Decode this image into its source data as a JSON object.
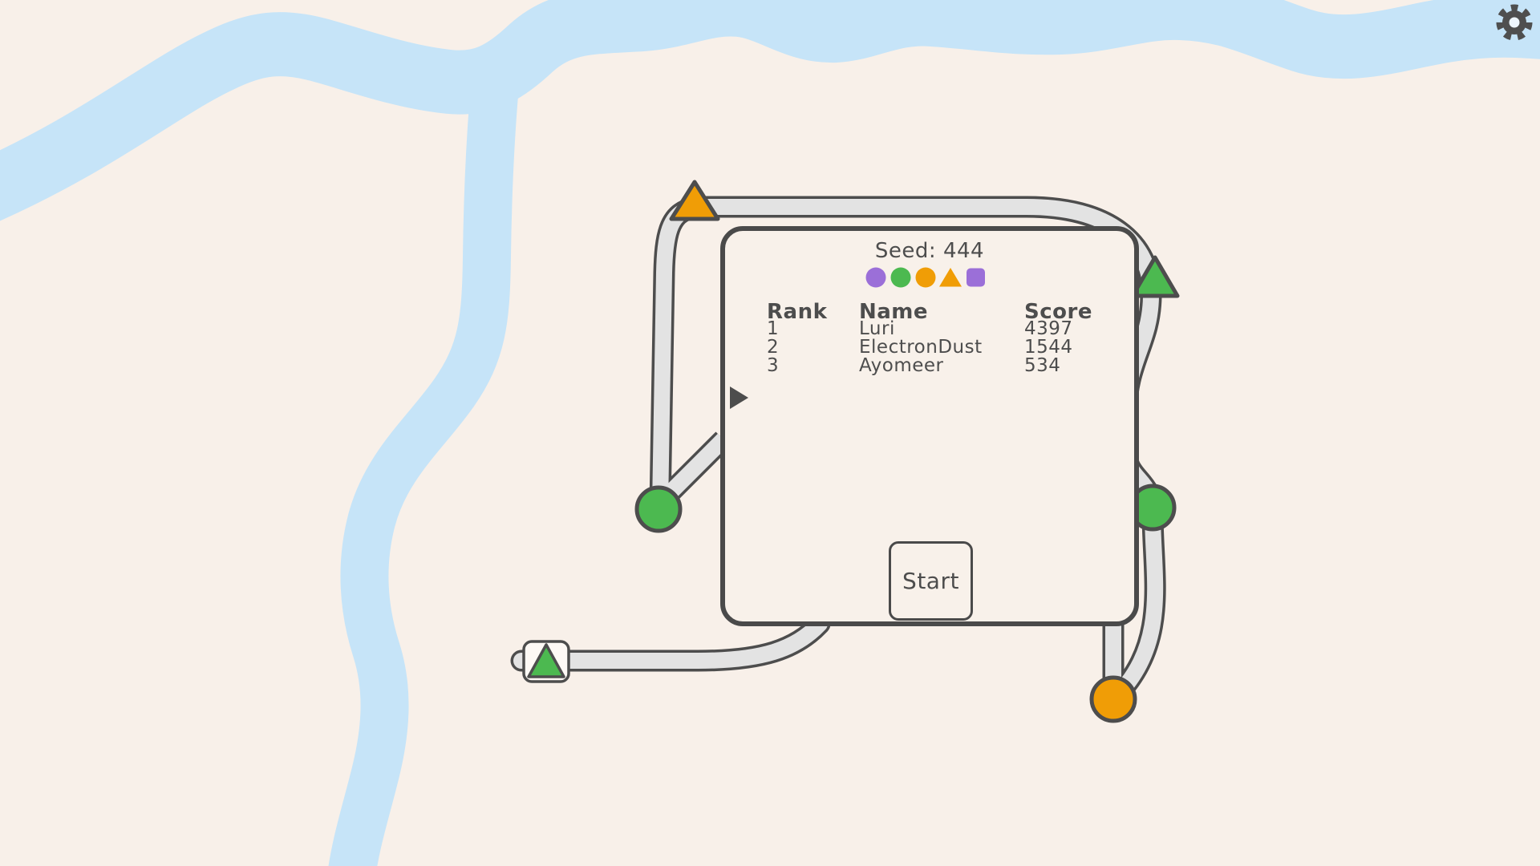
{
  "colors": {
    "background": "#f8f0e9",
    "river": "#c6e4f8",
    "road_fill": "#e3e3e3",
    "road_border": "#4d4d4d",
    "ink": "#4d4d4d",
    "green": "#4cb950",
    "orange": "#f09d06",
    "purple": "#9b6fd8",
    "house_fill": "#fdf9f5"
  },
  "dialog": {
    "seed_label": "Seed: 444",
    "shape_sequence": [
      "purple-circle",
      "green-circle",
      "orange-circle",
      "orange-triangle",
      "purple-square"
    ],
    "leaderboard": {
      "rank_header": "Rank",
      "name_header": "Name",
      "score_header": "Score",
      "rows": [
        {
          "rank": "1",
          "name": "Luri",
          "score": "4397"
        },
        {
          "rank": "2",
          "name": "ElectronDust",
          "score": "1544"
        },
        {
          "rank": "3",
          "name": "Ayomeer",
          "score": "534"
        }
      ]
    },
    "start_button_label": "Start"
  },
  "map": {
    "stations": [
      {
        "shape": "triangle",
        "color": "orange"
      },
      {
        "shape": "triangle",
        "color": "green"
      },
      {
        "shape": "circle",
        "color": "green"
      },
      {
        "shape": "circle",
        "color": "green"
      },
      {
        "shape": "circle",
        "color": "orange"
      },
      {
        "shape": "house-triangle",
        "color": "green"
      }
    ]
  }
}
